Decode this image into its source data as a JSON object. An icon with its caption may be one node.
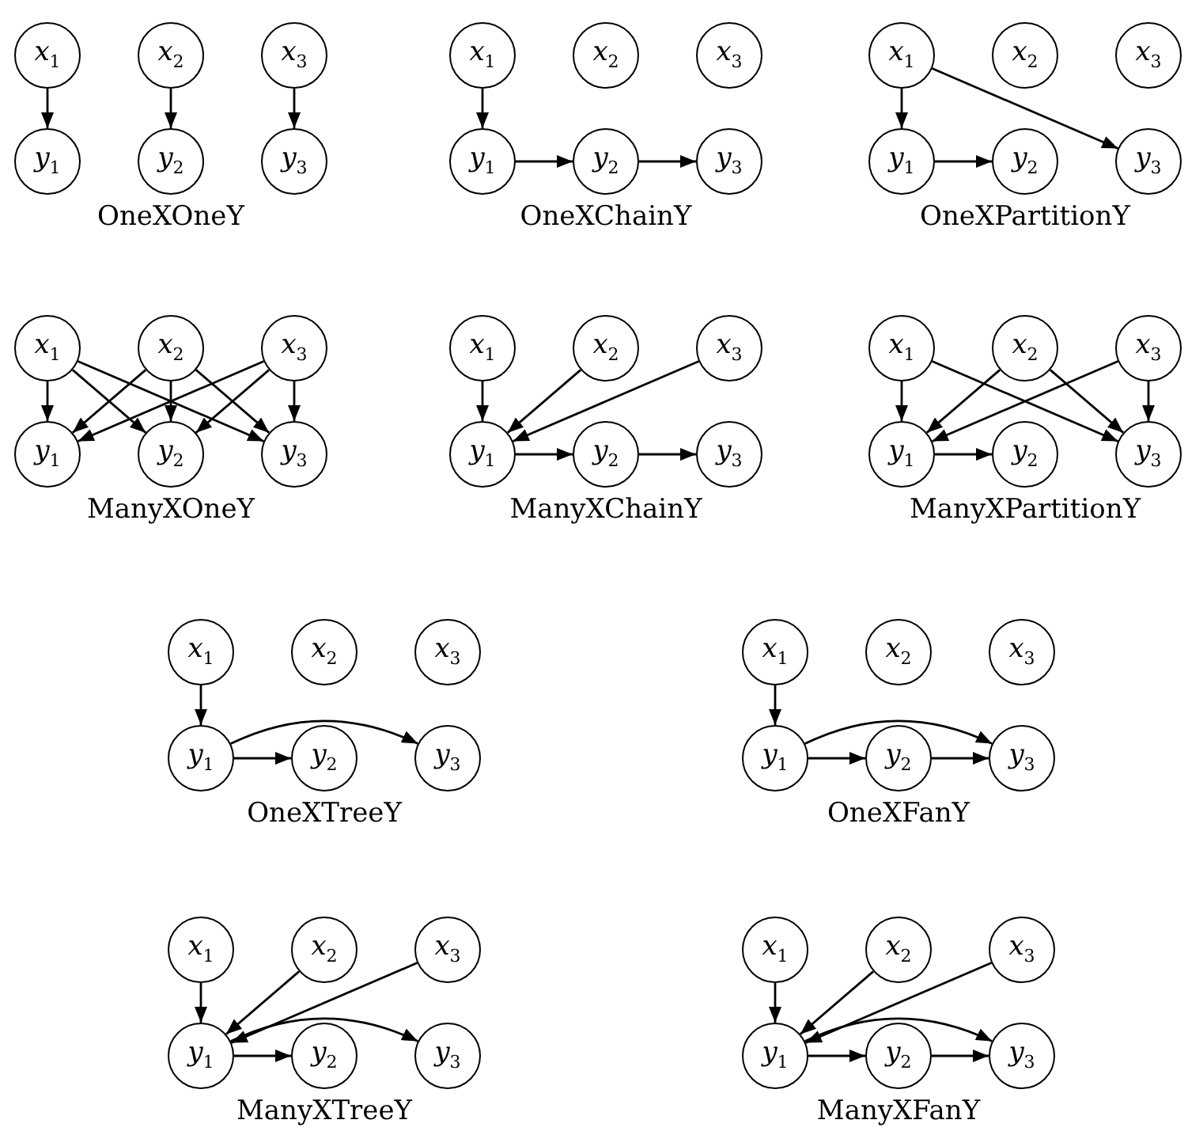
{
  "diagram": {
    "nodes": [
      {
        "text": [
          "*x*$_{1}$"
        ]
      },
      {
        "text": [
          "*x*$_{2}$"
        ]
      },
      {
        "text": [
          "*x*$_{3}$"
        ]
      },
      {
        "text": [
          "*y*$_{1}$"
        ]
      },
      {
        "text": [
          "*y*$_{2}$"
        ]
      },
      {
        "text": [
          "*y*$_{3}$"
        ]
      },
      {
        "text": [
          "*x*$_{1}$"
        ]
      },
      {
        "text": [
          "*x*$_{2}$"
        ]
      },
      {
        "text": [
          "*x*$_{3}$"
        ]
      },
      {
        "text": [
          "*y*$_{1}$"
        ]
      },
      {
        "text": [
          "*y*$_{2}$"
        ]
      },
      {
        "text": [
          "*y*$_{3}$"
        ]
      },
      {
        "text": [
          "*x*$_{1}$"
        ]
      },
      {
        "text": [
          "*x*$_{2}$"
        ]
      },
      {
        "text": [
          "*x*$_{3}$"
        ]
      },
      {
        "text": [
          "*y*$_{1}$"
        ]
      },
      {
        "text": [
          "*y*$_{2}$"
        ]
      },
      {
        "text": [
          "*y*$_{3}$"
        ]
      },
      {
        "text": [
          "*x*$_{1}$"
        ]
      },
      {
        "text": [
          "*x*$_{2}$"
        ]
      },
      {
        "text": [
          "*x*$_{3}$"
        ]
      },
      {
        "text": [
          "*y*$_{1}$"
        ]
      },
      {
        "text": [
          "*y*$_{2}$"
        ]
      },
      {
        "text": [
          "*y*$_{3}$"
        ]
      },
      {
        "text": [
          "*x*$_{1}$"
        ]
      },
      {
        "text": [
          "*x*$_{2}$"
        ]
      },
      {
        "text": [
          "*x*$_{3}$"
        ]
      },
      {
        "text": [
          "*y*$_{1}$"
        ]
      },
      {
        "text": [
          "*y*$_{2}$"
        ]
      },
      {
        "text": [
          "*y*$_{3}$"
        ]
      },
      {
        "text": [
          "*x*$_{1}$"
        ]
      },
      {
        "text": [
          "*x*$_{2}$"
        ]
      },
      {
        "text": [
          "*x*$_{3}$"
        ]
      },
      {
        "text": [
          "*y*$_{1}$"
        ]
      },
      {
        "text": [
          "*y*$_{2}$"
        ]
      },
      {
        "text": [
          "*y*$_{3}$"
        ]
      },
      {
        "text": [
          "*x*$_{1}$"
        ]
      },
      {
        "text": [
          "*x*$_{2}$"
        ]
      },
      {
        "text": [
          "*x*$_{3}$"
        ]
      },
      {
        "text": [
          "*y*$_{1}$"
        ]
      },
      {
        "text": [
          "*y*$_{2}$"
        ]
      },
      {
        "text": [
          "*y*$_{3}$"
        ]
      },
      {
        "text": [
          "*x*$_{1}$"
        ]
      },
      {
        "text": [
          "*x*$_{2}$"
        ]
      },
      {
        "text": [
          "*x*$_{3}$"
        ]
      },
      {
        "text": [
          "*y*$_{1}$"
        ]
      },
      {
        "text": [
          "*y*$_{2}$"
        ]
      },
      {
        "text": [
          "*y*$_{3}$"
        ]
      },
      {
        "text": [
          "*x*$_{1}$"
        ]
      },
      {
        "text": [
          "*x*$_{2}$"
        ]
      },
      {
        "text": [
          "*x*$_{3}$"
        ]
      },
      {
        "text": [
          "*y*$_{1}$"
        ]
      },
      {
        "text": [
          "*y*$_{2}$"
        ]
      },
      {
        "text": [
          "*y*$_{3}$"
        ]
      },
      {
        "text": [
          "*x*$_{1}$"
        ]
      },
      {
        "text": [
          "*x*$_{2}$"
        ]
      },
      {
        "text": [
          "*x*$_{3}$"
        ]
      },
      {
        "text": [
          "*y*$_{1}$"
        ]
      },
      {
        "text": [
          "*y*$_{2}$"
        ]
      },
      {
        "text": [
          "*y*$_{3}$"
        ]
      }
    ],
    "edges": [
      {
        "from": 0,
        "to": 3,
        "arrow": "to"
      },
      {
        "from": 1,
        "to": 4,
        "arrow": "to"
      },
      {
        "from": 2,
        "to": 5,
        "arrow": "to"
      },
      {
        "from": 6,
        "to": 9,
        "arrow": "to"
      },
      {
        "from": 9,
        "to": 10,
        "arrow": "to"
      },
      {
        "from": 10,
        "to": 11,
        "arrow": "to"
      },
      {
        "from": 12,
        "to": 15,
        "arrow": "to"
      },
      {
        "from": 12,
        "to": 17,
        "arrow": "to"
      },
      {
        "from": 15,
        "to": 16,
        "arrow": "to"
      },
      {
        "from": 18,
        "to": 21,
        "arrow": "to"
      },
      {
        "from": 18,
        "to": 22,
        "arrow": "to"
      },
      {
        "from": 18,
        "to": 23,
        "arrow": "to"
      },
      {
        "from": 19,
        "to": 21,
        "arrow": "to"
      },
      {
        "from": 19,
        "to": 22,
        "arrow": "to"
      },
      {
        "from": 19,
        "to": 23,
        "arrow": "to"
      },
      {
        "from": 20,
        "to": 21,
        "arrow": "to"
      },
      {
        "from": 20,
        "to": 22,
        "arrow": "to"
      },
      {
        "from": 20,
        "to": 23,
        "arrow": "to"
      },
      {
        "from": 24,
        "to": 27,
        "arrow": "to"
      },
      {
        "from": 25,
        "to": 27,
        "arrow": "to"
      },
      {
        "from": 26,
        "to": 27,
        "arrow": "to"
      },
      {
        "from": 27,
        "to": 28,
        "arrow": "to"
      },
      {
        "from": 28,
        "to": 29,
        "arrow": "to"
      },
      {
        "from": 30,
        "to": 33,
        "arrow": "to"
      },
      {
        "from": 30,
        "to": 35,
        "arrow": "to"
      },
      {
        "from": 31,
        "to": 33,
        "arrow": "to"
      },
      {
        "from": 31,
        "to": 35,
        "arrow": "to"
      },
      {
        "from": 32,
        "to": 33,
        "arrow": "to"
      },
      {
        "from": 32,
        "to": 35,
        "arrow": "to"
      },
      {
        "from": 33,
        "to": 34,
        "arrow": "to"
      },
      {
        "from": 36,
        "to": 39,
        "arrow": "to"
      },
      {
        "from": 39,
        "to": 40,
        "arrow": "to"
      },
      {
        "from": 39,
        "to": 41,
        "arrow": "to"
      },
      {
        "from": 42,
        "to": 45,
        "arrow": "to"
      },
      {
        "from": 45,
        "to": 46,
        "arrow": "to"
      },
      {
        "from": 46,
        "to": 47,
        "arrow": "to"
      },
      {
        "from": 45,
        "to": 47,
        "arrow": "to"
      },
      {
        "from": 48,
        "to": 51,
        "arrow": "to"
      },
      {
        "from": 49,
        "to": 51,
        "arrow": "to"
      },
      {
        "from": 50,
        "to": 51,
        "arrow": "to"
      },
      {
        "from": 51,
        "to": 52,
        "arrow": "to"
      },
      {
        "from": 51,
        "to": 53,
        "arrow": "to"
      },
      {
        "from": 54,
        "to": 57,
        "arrow": "to"
      },
      {
        "from": 55,
        "to": 57,
        "arrow": "to"
      },
      {
        "from": 56,
        "to": 57,
        "arrow": "to"
      },
      {
        "from": 57,
        "to": 58,
        "arrow": "to"
      },
      {
        "from": 58,
        "to": 59,
        "arrow": "to"
      },
      {
        "from": 57,
        "to": 59,
        "arrow": "to"
      }
    ],
    "labels": [
      "OneXOneY",
      "OneXChainY",
      "OneXPartitionY",
      "ManyXOneY",
      "ManyXChainY",
      "ManyXPartitionY",
      "OneXTreeY",
      "OneXFanY",
      "ManyXTreeY",
      "ManyXFanY"
    ]
  }
}
